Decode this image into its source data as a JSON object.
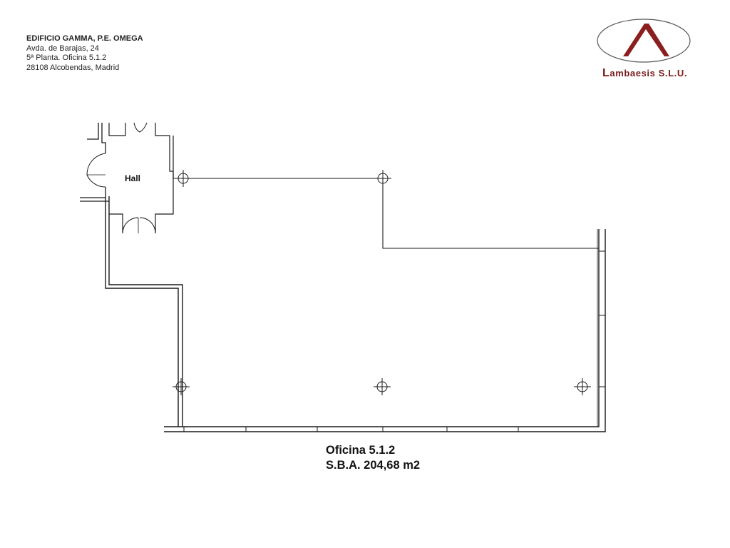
{
  "building": {
    "name": "EDIFICIO GAMMA, P.E. OMEGA",
    "street": "Avda. de Barajas, 24",
    "floor_office": "5ª Planta. Oficina 5.1.2",
    "city": "28108 Alcobendas, Madrid"
  },
  "logo": {
    "company_initial": "L",
    "company_rest": "ambaesis S.L.U.",
    "icon": "lambda-in-ellipse-logo",
    "color": "#8b1e1e"
  },
  "plan": {
    "room_label": "Hall",
    "office_name": "Oficina 5.1.2",
    "area": "S.B.A. 204,68 m2",
    "column_count": 5
  }
}
